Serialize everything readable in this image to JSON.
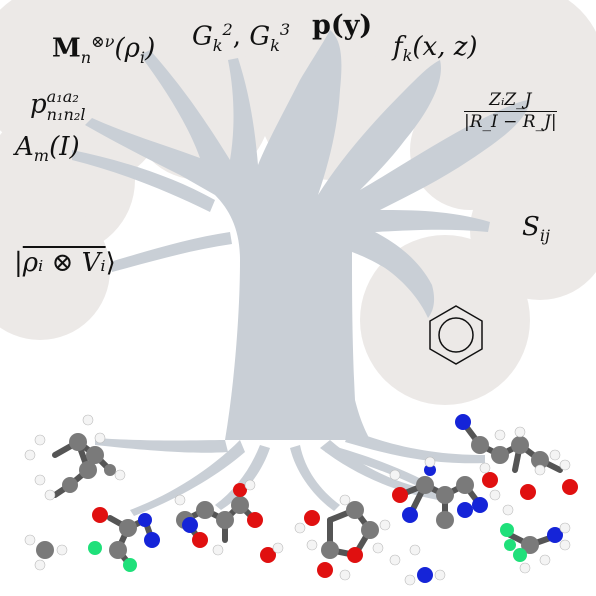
{
  "labels": {
    "m_tensor_base": "M",
    "m_tensor_sup": "⊗ν",
    "m_tensor_sub": "n",
    "m_tensor_arg": "(ρ",
    "m_tensor_arg_sub": "i",
    "m_tensor_close": ")",
    "g_pair_base1": "G",
    "g_pair_sup1": "2",
    "g_pair_sub1": "k",
    "g_pair_sep": ", ",
    "g_pair_base2": "G",
    "g_pair_sup2": "3",
    "g_pair_sub2": "k",
    "p_of_y": "p(y)",
    "f_func": "f",
    "f_sub": "k",
    "f_args": "(x, z)",
    "p_coef_base": "p",
    "p_coef_sup": "a₁a₂",
    "p_coef_sub": "n₁n₂l",
    "a_m_base": "A",
    "a_m_sub": "m",
    "a_m_arg": "(I)",
    "coulomb_num": "ZᵢZ_J",
    "coulomb_den": "|R_I − R_J|",
    "s_base": "S",
    "s_sub": "ij",
    "ket_left": "|",
    "ket_body": "ρᵢ ⊗ Vᵢ",
    "ket_right": "⟩"
  },
  "colors": {
    "tree": "#c9cfd6",
    "cloud": "#ece9e7",
    "carbon": "#7a7a7a",
    "hydrogen": "#f4f4f4",
    "oxygen": "#e01010",
    "nitrogen": "#1524d8",
    "fluorine": "#1fe07a"
  },
  "icons": {
    "benzene": "benzene-ring-icon"
  }
}
